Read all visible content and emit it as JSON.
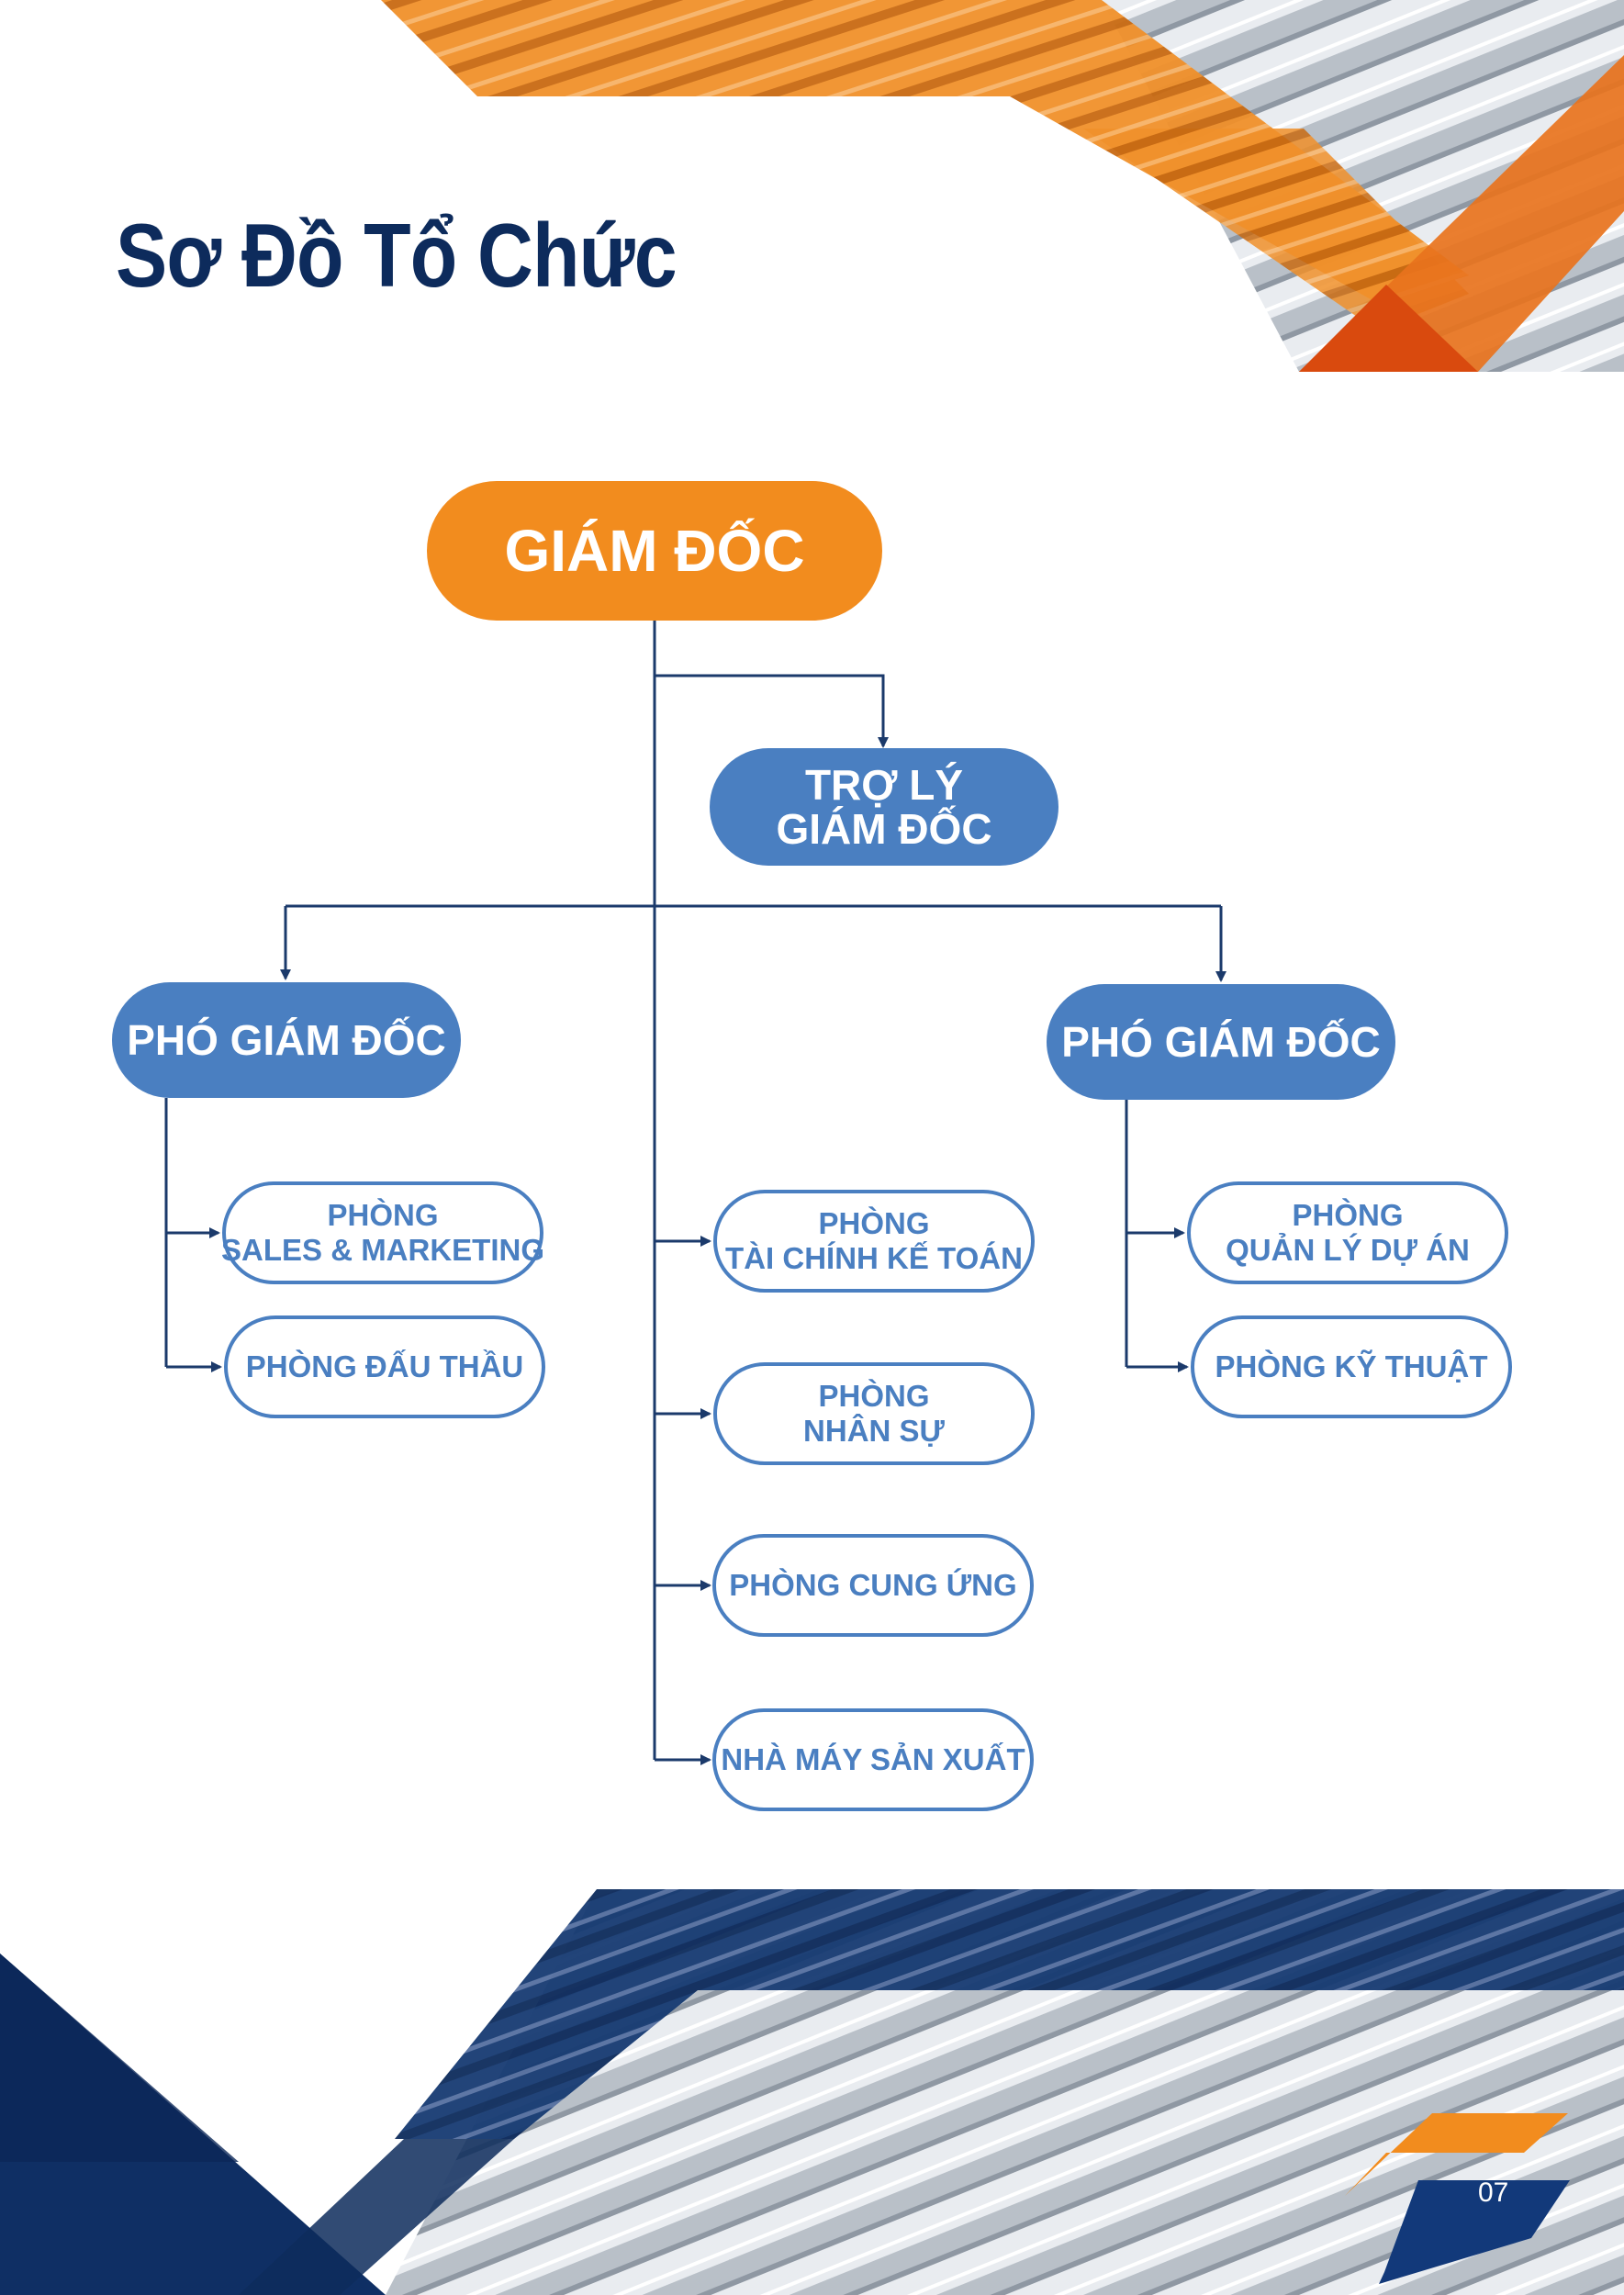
{
  "page": {
    "title": "Sơ Đồ Tổ Chức",
    "page_number": "07"
  },
  "colors": {
    "navy": "#0d2b5c",
    "orange": "#f28c1e",
    "blue": "#4a7fc1",
    "connector": "#1b3a6b"
  },
  "chart": {
    "director": "GIÁM ĐỐC",
    "assistant": [
      "TRỢ LÝ",
      "GIÁM ĐỐC"
    ],
    "vp_left": {
      "label": "PHÓ GIÁM ĐỐC",
      "departments": [
        [
          "PHÒNG",
          "SALES & MARKETING"
        ],
        [
          "PHÒNG ĐẤU THẦU"
        ]
      ]
    },
    "center_departments": [
      [
        "PHÒNG",
        "TÀI CHÍNH KẾ TOÁN"
      ],
      [
        "PHÒNG",
        "NHÂN SỰ"
      ],
      [
        "PHÒNG CUNG ỨNG"
      ],
      [
        "NHÀ MÁY SẢN XUẤT"
      ]
    ],
    "vp_right": {
      "label": "PHÓ GIÁM ĐỐC",
      "departments": [
        [
          "PHÒNG",
          "QUẢN LÝ DỰ ÁN"
        ],
        [
          "PHÒNG KỸ THUẬT"
        ]
      ]
    }
  }
}
